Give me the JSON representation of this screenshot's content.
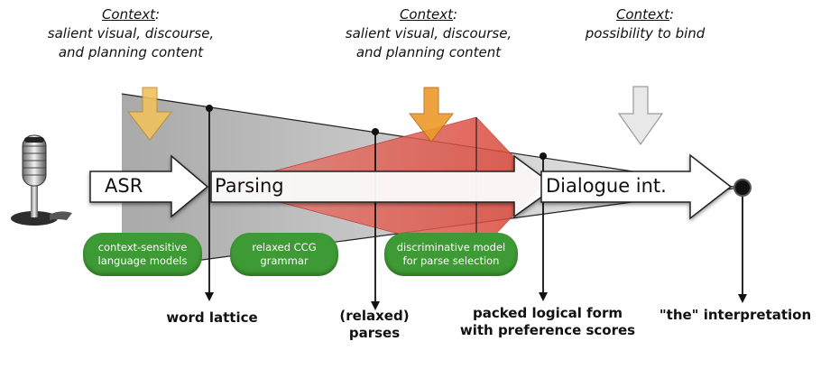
{
  "contexts": [
    {
      "heading": "Context",
      "lines": [
        "salient visual, discourse,",
        "and planning content"
      ]
    },
    {
      "heading": "Context",
      "lines": [
        "salient visual, discourse,",
        "and planning content"
      ]
    },
    {
      "heading": "Context",
      "lines": [
        "possibility to bind"
      ]
    }
  ],
  "stages": {
    "asr": "ASR",
    "parsing": "Parsing",
    "dialogue": "Dialogue int."
  },
  "pills": [
    {
      "lines": [
        "context-sensitive",
        "language models"
      ]
    },
    {
      "lines": [
        "relaxed CCG",
        "grammar"
      ]
    },
    {
      "lines": [
        "discriminative model",
        "for parse selection"
      ]
    }
  ],
  "outputs": [
    {
      "lines": [
        "word lattice"
      ]
    },
    {
      "lines": [
        "(relaxed)",
        "parses"
      ]
    },
    {
      "lines": [
        "packed logical form",
        "with preference scores"
      ]
    },
    {
      "lines": [
        "\"the\" interpretation"
      ]
    }
  ],
  "icons": {
    "microphone": "microphone-icon",
    "context_arrow": "down-arrow-icon"
  },
  "colors": {
    "context_arrow_1": "#f0c25e",
    "context_arrow_2": "#ee9a2a",
    "context_arrow_3": "#e8e8e8",
    "pill_green": "#3e9a34",
    "red_triangle": "#e05a4e",
    "gray_wedge": "#b8b8b8"
  }
}
